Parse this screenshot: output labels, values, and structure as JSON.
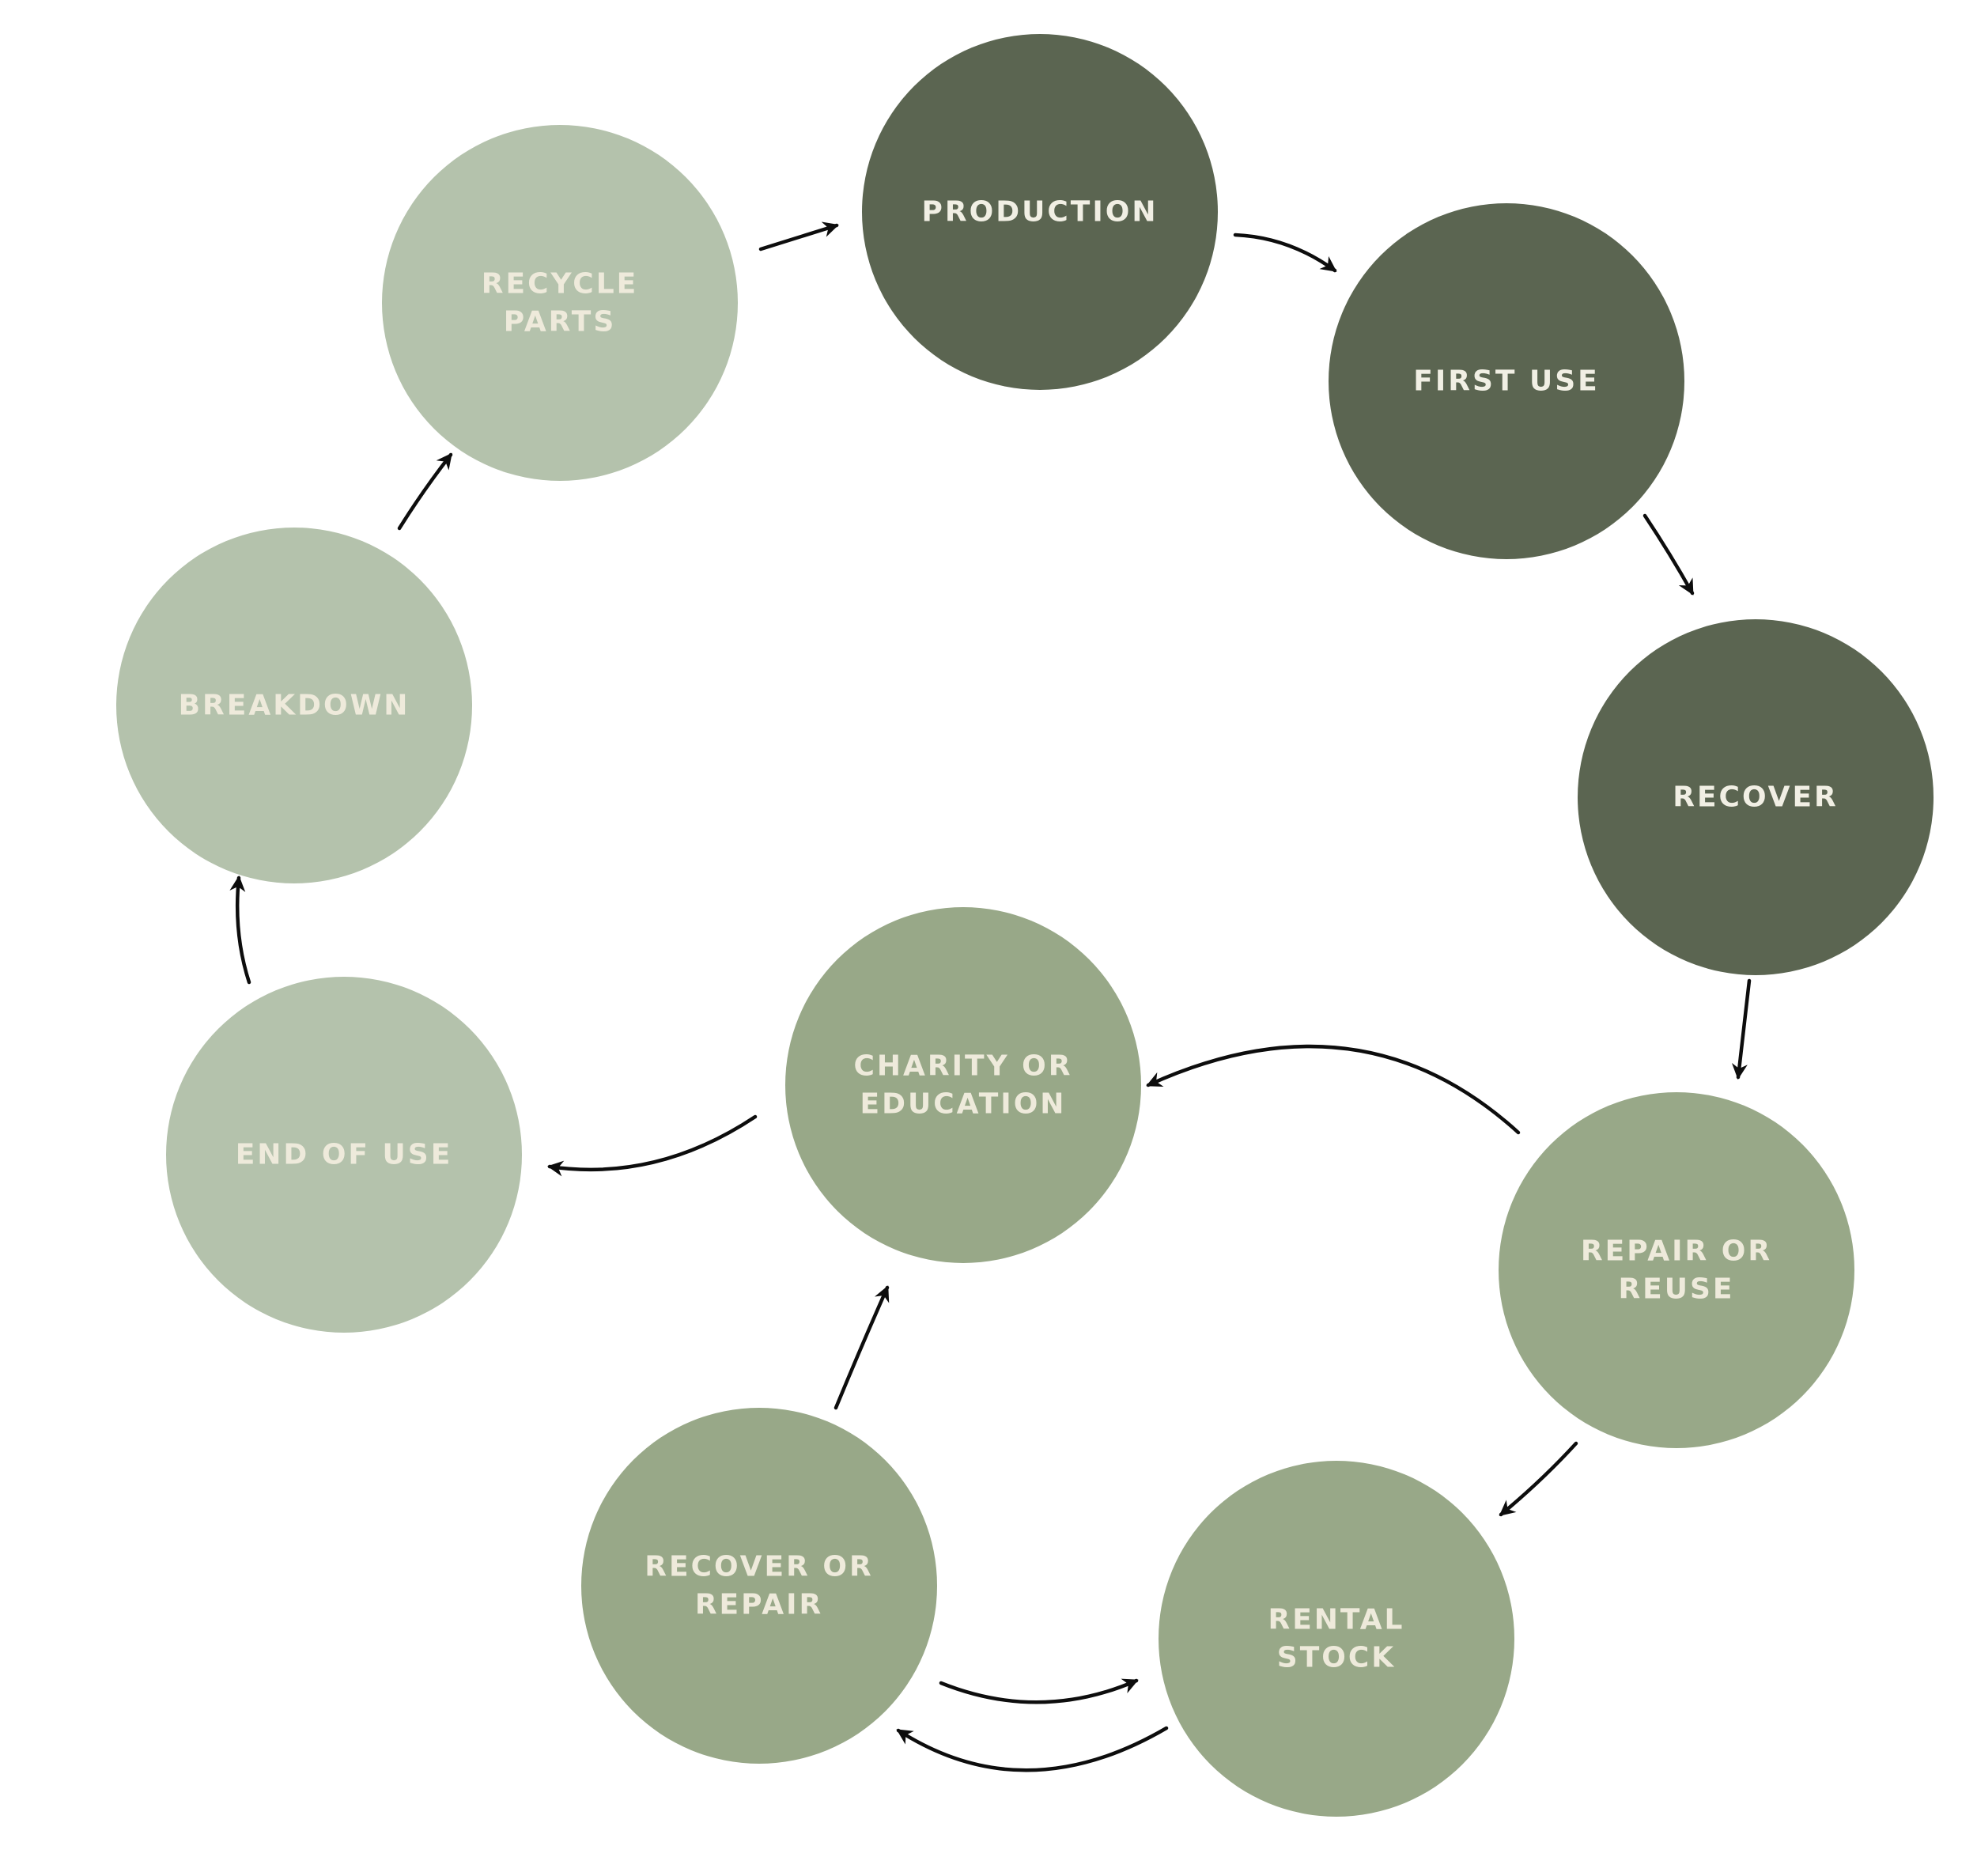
{
  "colors": {
    "dark": "#5b6551",
    "mid": "#98a888",
    "light": "#b4c2ac",
    "text_dark_bg": "#f1efe4",
    "text_light_bg": "#eeeadb",
    "arrow": "#0d0d0d",
    "background": "#ffffff"
  },
  "nodes": [
    {
      "id": "production",
      "lines": [
        "PRODUCTION"
      ],
      "tone": "dark"
    },
    {
      "id": "first-use",
      "lines": [
        "FIRST USE"
      ],
      "tone": "dark"
    },
    {
      "id": "recover",
      "lines": [
        "RECOVER"
      ],
      "tone": "dark"
    },
    {
      "id": "repair-or-reuse",
      "lines": [
        "REPAIR OR",
        "REUSE"
      ],
      "tone": "mid"
    },
    {
      "id": "rental-stock",
      "lines": [
        "RENTAL",
        "STOCK"
      ],
      "tone": "mid"
    },
    {
      "id": "recover-or-repair",
      "lines": [
        "RECOVER OR",
        "REPAIR"
      ],
      "tone": "mid"
    },
    {
      "id": "charity-or-education",
      "lines": [
        "CHARITY OR",
        "EDUCATION"
      ],
      "tone": "mid"
    },
    {
      "id": "end-of-use",
      "lines": [
        "END OF USE"
      ],
      "tone": "light"
    },
    {
      "id": "breakdown",
      "lines": [
        "BREAKDOWN"
      ],
      "tone": "light"
    },
    {
      "id": "recycle-parts",
      "lines": [
        "RECYCLE",
        "PARTS"
      ],
      "tone": "light"
    }
  ],
  "edges": [
    {
      "from": "recycle-parts",
      "to": "production"
    },
    {
      "from": "production",
      "to": "first-use"
    },
    {
      "from": "first-use",
      "to": "recover"
    },
    {
      "from": "recover",
      "to": "repair-or-reuse"
    },
    {
      "from": "repair-or-reuse",
      "to": "charity-or-education"
    },
    {
      "from": "repair-or-reuse",
      "to": "rental-stock"
    },
    {
      "from": "recover-or-repair",
      "to": "rental-stock"
    },
    {
      "from": "rental-stock",
      "to": "recover-or-repair"
    },
    {
      "from": "recover-or-repair",
      "to": "charity-or-education"
    },
    {
      "from": "charity-or-education",
      "to": "end-of-use"
    },
    {
      "from": "end-of-use",
      "to": "breakdown"
    },
    {
      "from": "breakdown",
      "to": "recycle-parts"
    }
  ]
}
